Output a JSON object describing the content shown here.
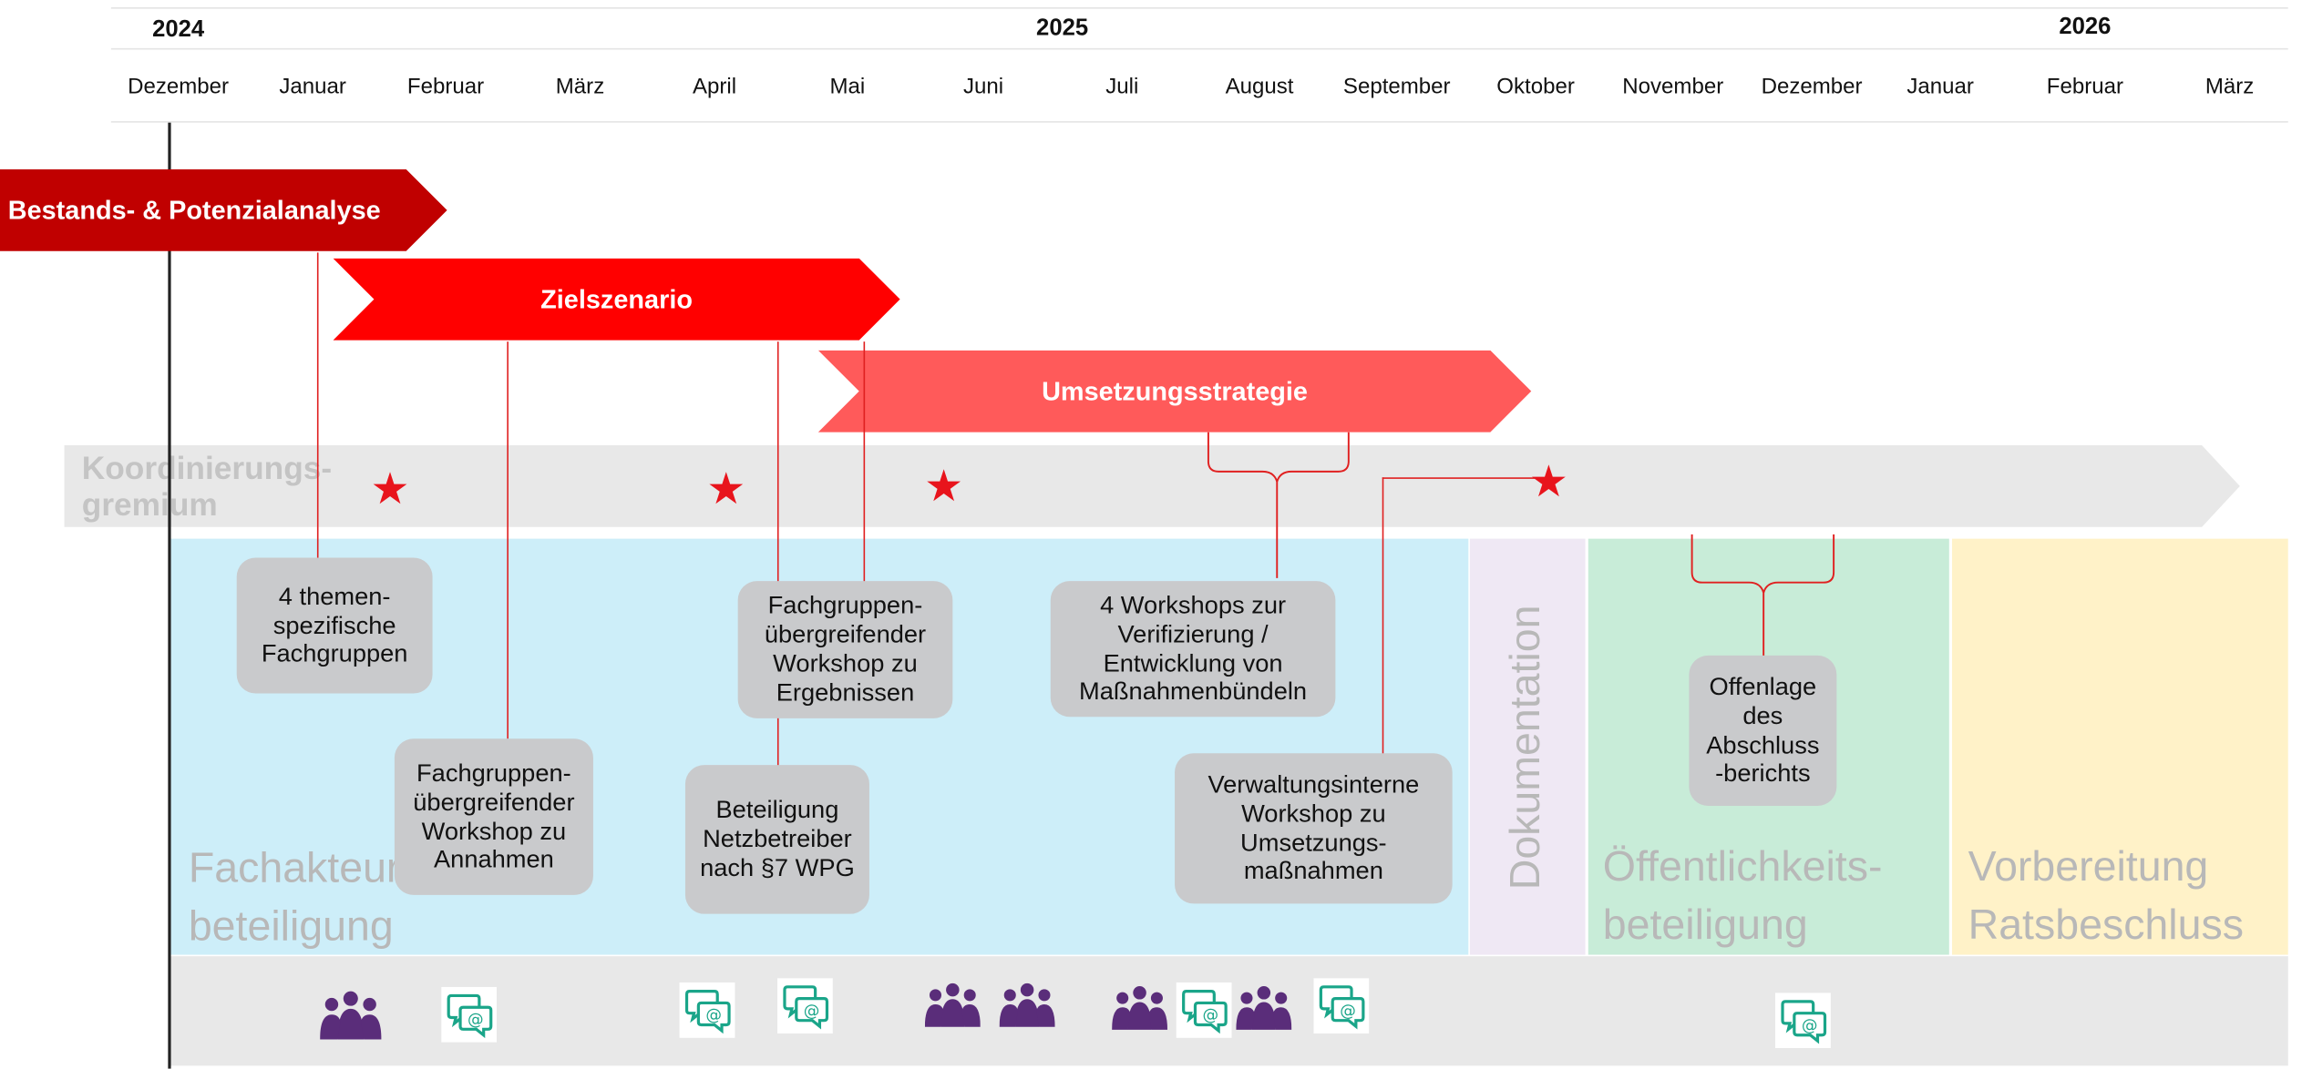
{
  "timeline": {
    "years": [
      {
        "id": "y2024",
        "label": "2024"
      },
      {
        "id": "y2025",
        "label": "2025"
      },
      {
        "id": "y2026",
        "label": "2026"
      }
    ],
    "months": [
      "Dezember",
      "Januar",
      "Februar",
      "März",
      "April",
      "Mai",
      "Juni",
      "Juli",
      "August",
      "September",
      "Oktober",
      "November",
      "Dezember",
      "Januar",
      "Februar",
      "März"
    ]
  },
  "phases": {
    "bestand": "Bestands- & Potenzialanalyse",
    "ziel": "Zielszenario",
    "umsetzung": "Umsetzungsstrategie"
  },
  "gremium": {
    "label": "Koordinierungs-\ngremium"
  },
  "bands": {
    "fachakteure": "Fachakteurs-\nbeteiligung",
    "dokumentation": "Dokumentation",
    "oeffentlichkeit": "Öffentlichkeits-\nbeteiligung",
    "rats": "Vorbereitung\nRatsbeschluss"
  },
  "boxes": {
    "b1": "4 themen-\nspezifische\nFachgruppen",
    "b2": "Fachgruppen-\nübergreifender\nWorkshop zu\nAnnahmen",
    "b3": "Fachgruppen-\nübergreifender\nWorkshop zu\nErgebnissen",
    "b4": "Beteiligung\nNetzbetreiber\nnach §7 WPG",
    "b5": "4 Workshops zur\nVerifizierung /\nEntwicklung von\nMaßnahmenbündeln",
    "b6": "Verwaltungsinterne\nWorkshop zu\nUmsetzungs-\nmaßnahmen",
    "b7": "Offenlage\ndes\nAbschluss\n-berichts"
  },
  "icons": {
    "people": "people-group-icon",
    "online": "online-chat-icon",
    "star": "milestone-star-icon"
  },
  "colors": {
    "bestand": "#c00000",
    "ziel": "#ff0000",
    "umsetzung": "#ff5a5a",
    "fachakteure_band": "#cdeef9",
    "dokumentation_band": "#efe8f4",
    "oeffentlichkeit_band": "#c8ecd8",
    "rats_band": "#fff2c8",
    "people_icon": "#5a2d7a",
    "online_icon": "#1aa589",
    "star": "#e8141c"
  }
}
